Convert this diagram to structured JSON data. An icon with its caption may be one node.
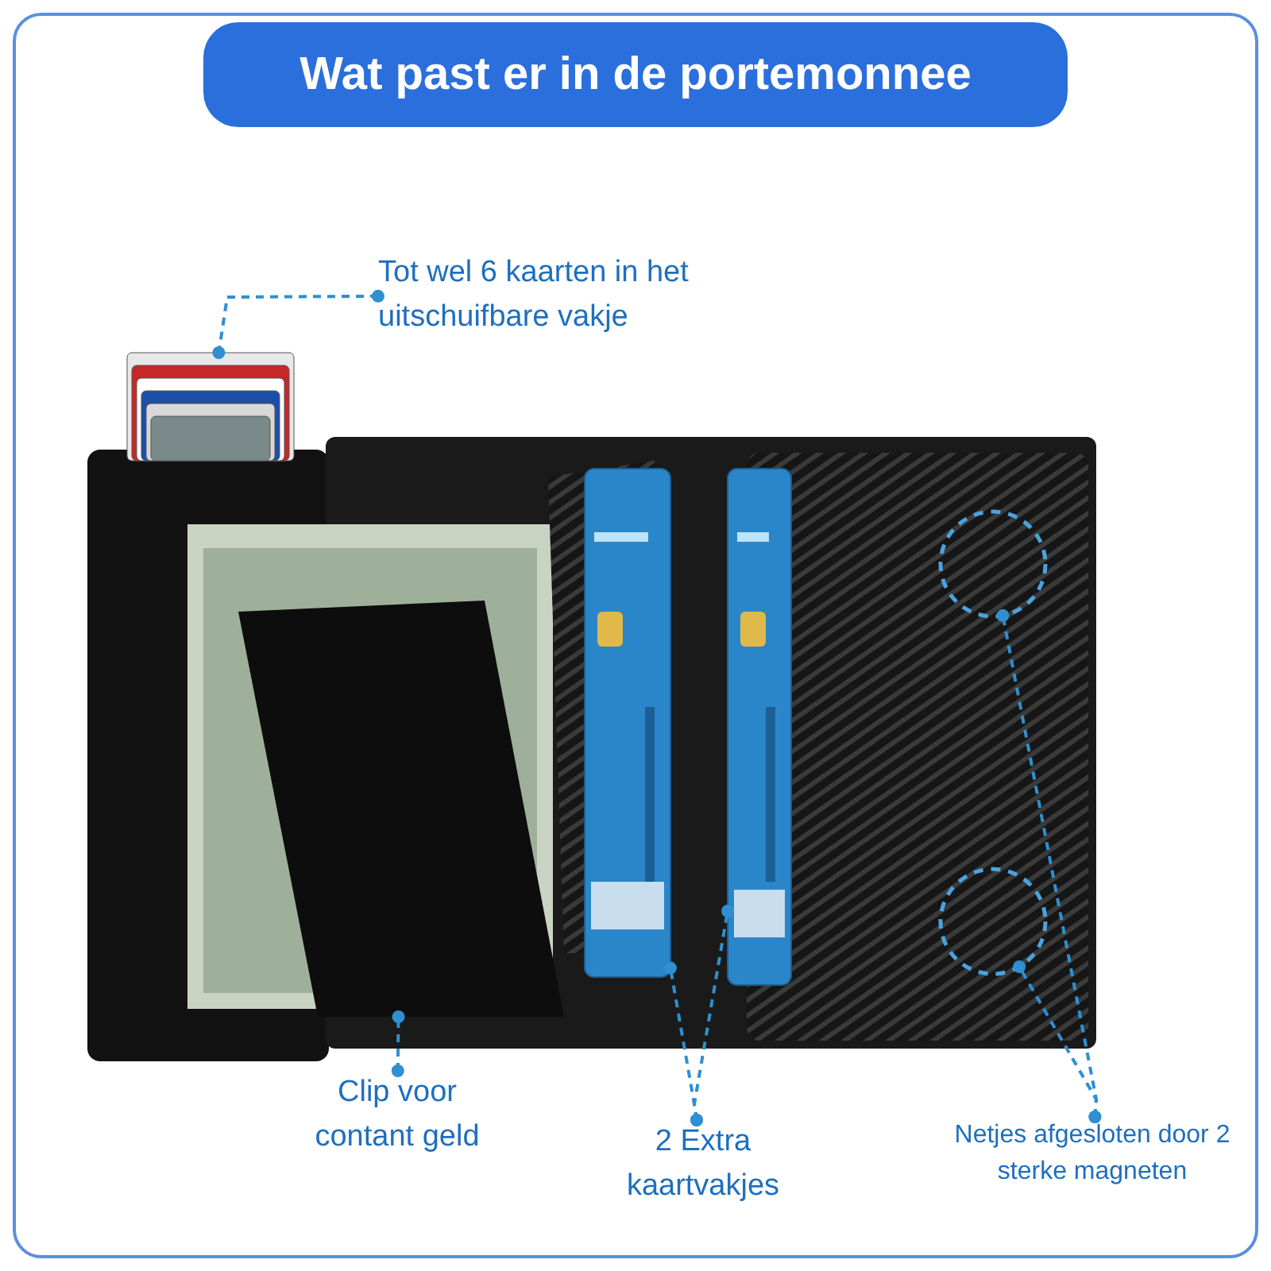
{
  "diagram": {
    "title": "Wat past er in de portemonnee",
    "nodes": [
      {
        "text": [
          "Tot wel 6 kaarten in het uitschuifbare vakje"
        ]
      },
      {
        "text": [],
        "shape": "picture"
      },
      {
        "text": [
          "Clip voor contant geld"
        ]
      },
      {
        "text": [],
        "shape": "picture"
      },
      {
        "text": [
          "2 Extra kaartvakjes"
        ]
      },
      {
        "text": [],
        "shape": "picture"
      },
      {
        "text": [],
        "shape": "picture"
      },
      {
        "text": [
          "Netjes afgesloten door 2 sterke magneten"
        ]
      },
      {
        "text": [],
        "shape": "circle"
      },
      {
        "text": [],
        "shape": "circle"
      }
    ],
    "edges": [
      {
        "from": 0,
        "to": 1,
        "arrow": "other",
        "style": "dashed"
      },
      {
        "from": 2,
        "to": 3,
        "arrow": "other",
        "style": "dashed"
      },
      {
        "from": 4,
        "to": 5,
        "arrow": "other",
        "style": "dashed"
      },
      {
        "from": 4,
        "to": 6,
        "arrow": "other",
        "style": "dashed"
      },
      {
        "from": 7,
        "to": 8,
        "arrow": "other",
        "style": "dashed"
      },
      {
        "from": 7,
        "to": 9,
        "arrow": "other",
        "style": "dashed"
      }
    ]
  }
}
